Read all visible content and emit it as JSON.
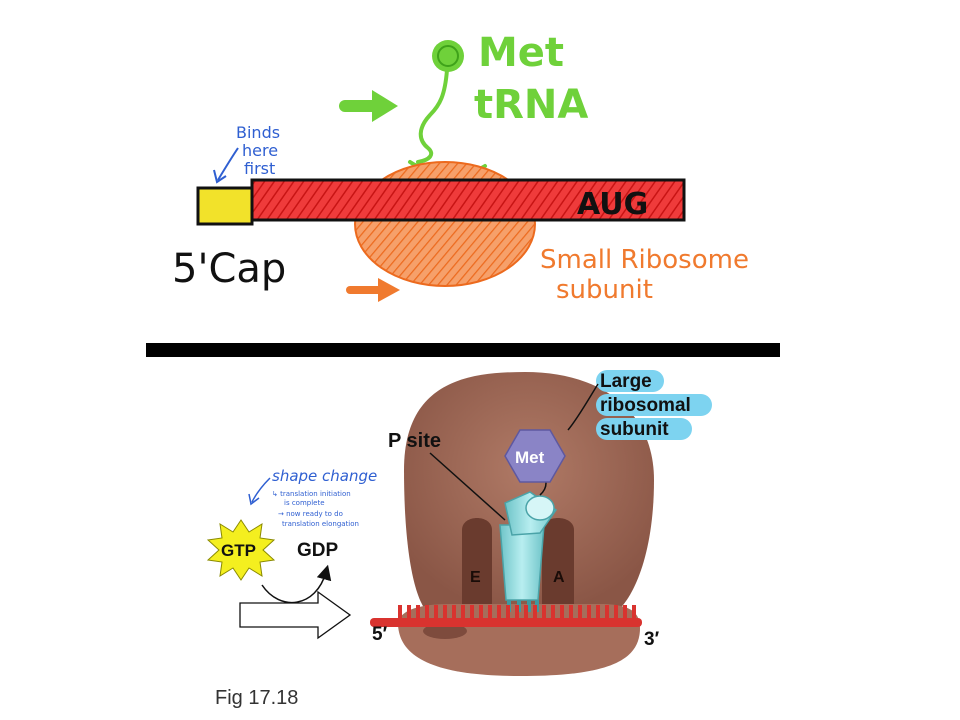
{
  "top_sketch": {
    "met_label": "Met",
    "trna_label": "tRNA",
    "binds_note": [
      "Binds",
      "here",
      "first"
    ],
    "cap_label": "5'Cap",
    "codon_label": "AUG",
    "small_subunit_label": [
      "Small Ribosome",
      "subunit"
    ],
    "colors": {
      "trna": "#6fd13a",
      "mrna": "#e8242c",
      "small_subunit": "#f07a2e",
      "cap": "#f2e22a",
      "annotation": "#2f5fd1"
    }
  },
  "bottom_figure": {
    "large_subunit_label": [
      "Large",
      "ribosomal",
      "subunit"
    ],
    "p_site_label": "P site",
    "met_label": "Met",
    "e_site_label": "E",
    "a_site_label": "A",
    "five_prime_label": "5′",
    "three_prime_label": "3′",
    "gtp_label": "GTP",
    "gdp_label": "GDP",
    "shape_change_note": "shape change",
    "shape_change_details": [
      "↳ translation initiation",
      "is complete",
      "→ now ready to do",
      "translation elongation"
    ],
    "figure_caption": "Fig 17.18",
    "colors": {
      "ribosome": "#9a6552",
      "trna": "#8fd3d6",
      "met": "#8a84c6",
      "mrna": "#d9332f",
      "gtp_star": "#f4ef1f",
      "highlight": "#7dd3f0"
    }
  }
}
